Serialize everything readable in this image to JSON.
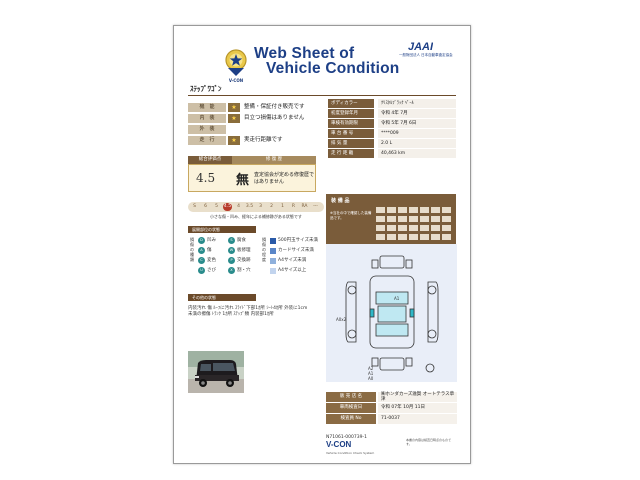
{
  "header": {
    "title_line1": "Web Sheet of",
    "title_line2": "Vehicle Condition",
    "logo_text": "V-CON",
    "org_logo": "JAAI",
    "org_name": "一般財団法人 日本自動車査定協会"
  },
  "vehicle_name": "ｽﾃｯﾌﾟﾜｺﾞﾝ",
  "status_rows": [
    {
      "label": "機　能",
      "text": "整備・保証付き販売です"
    },
    {
      "label": "内　装",
      "text": "目立つ損傷はありません"
    },
    {
      "label": "外　装",
      "text": ""
    },
    {
      "label": "走　行",
      "text": "実走行距離です"
    }
  ],
  "spec_rows": [
    {
      "label": "ボディカラー",
      "value": "ｸﾘｽﾀﾙﾌﾞﾗｯｸ ﾍﾟｰﾙ"
    },
    {
      "label": "初度登録年月",
      "value": "令和 4年 7月"
    },
    {
      "label": "車検有効期限",
      "value": "令和 5年 7月 6日"
    },
    {
      "label": "車 台 番 号",
      "value": "****009"
    },
    {
      "label": "排 気 量",
      "value": "2.0 L"
    },
    {
      "label": "走 行 距 離",
      "value": "40,463 km"
    }
  ],
  "score": {
    "header_total": "総合評価点",
    "header_repair": "修 復 歴",
    "value": "4.5",
    "repair_symbol": "無",
    "repair_note": "査定協会が定める修復歴ではありません"
  },
  "rank_scale": [
    "S",
    "6",
    "5",
    "4.5",
    "4",
    "3.5",
    "3",
    "2",
    "1",
    "R",
    "RA",
    "---"
  ],
  "rank_selected": "4.5",
  "rank_note": "小さな傷・凹み、経年による補修跡がある状態です",
  "equipment": {
    "header": "装 備 品",
    "note": "※当社の中で確認した装備品です。"
  },
  "legend": {
    "header": "展開部位の状態",
    "vertical_a": "損傷の種類",
    "vertical_b": "損傷の程度",
    "items_left": [
      {
        "code": "D",
        "label": "凹み"
      },
      {
        "code": "A",
        "label": "傷"
      },
      {
        "code": "C",
        "label": "変色"
      },
      {
        "code": "U",
        "label": "さび"
      }
    ],
    "items_mid": [
      {
        "code": "S",
        "label": "腐食"
      },
      {
        "code": "W",
        "label": "板修理"
      },
      {
        "code": "P",
        "label": "交換跡"
      },
      {
        "code": "X",
        "label": "割・穴"
      }
    ],
    "items_right": [
      {
        "label": "500円玉サイズ未満"
      },
      {
        "label": "カードサイズ未満"
      },
      {
        "label": "A4サイズ未満"
      },
      {
        "label": "A4サイズ以上"
      }
    ]
  },
  "other_notes": {
    "header": "その他の状態",
    "text": "内装汚れ 傷 ﾙｰﾌに汚れ ｽﾗｲﾄﾞ下部1ｶ所 ｼｰﾄ4ｶ所 外装に1cm未満の擦傷 ﾄﾗﾝｸ 1ｶ所 ｽﾃｯﾌﾟ類 内装部1ｶ所"
  },
  "diagram_labels": {
    "a1": "A1",
    "a0x2": "A0x2",
    "bottom_a2": "A2",
    "bottom_a1": "A1",
    "bottom_a0": "A0"
  },
  "dealer": [
    {
      "label": "販 売 店 名",
      "value": "㈱ホンダカーズ滋賀 オートテラス草津"
    },
    {
      "label": "車両検査日",
      "value": "令和 07年 10月 11日"
    },
    {
      "label": "検査員 No",
      "value": "71-0037"
    }
  ],
  "footer": {
    "doc_id": "N71061-000739-1",
    "brand": "V-CON",
    "brand_sub": "Vehicle Condition Check System",
    "note": "本書の内容は検査日時点のものです。"
  },
  "colors": {
    "brand_blue": "#1d3f86",
    "accent_brown": "#7a5c3a",
    "star_gold": "#ffd54a",
    "rank_red": "#b73a2a"
  }
}
